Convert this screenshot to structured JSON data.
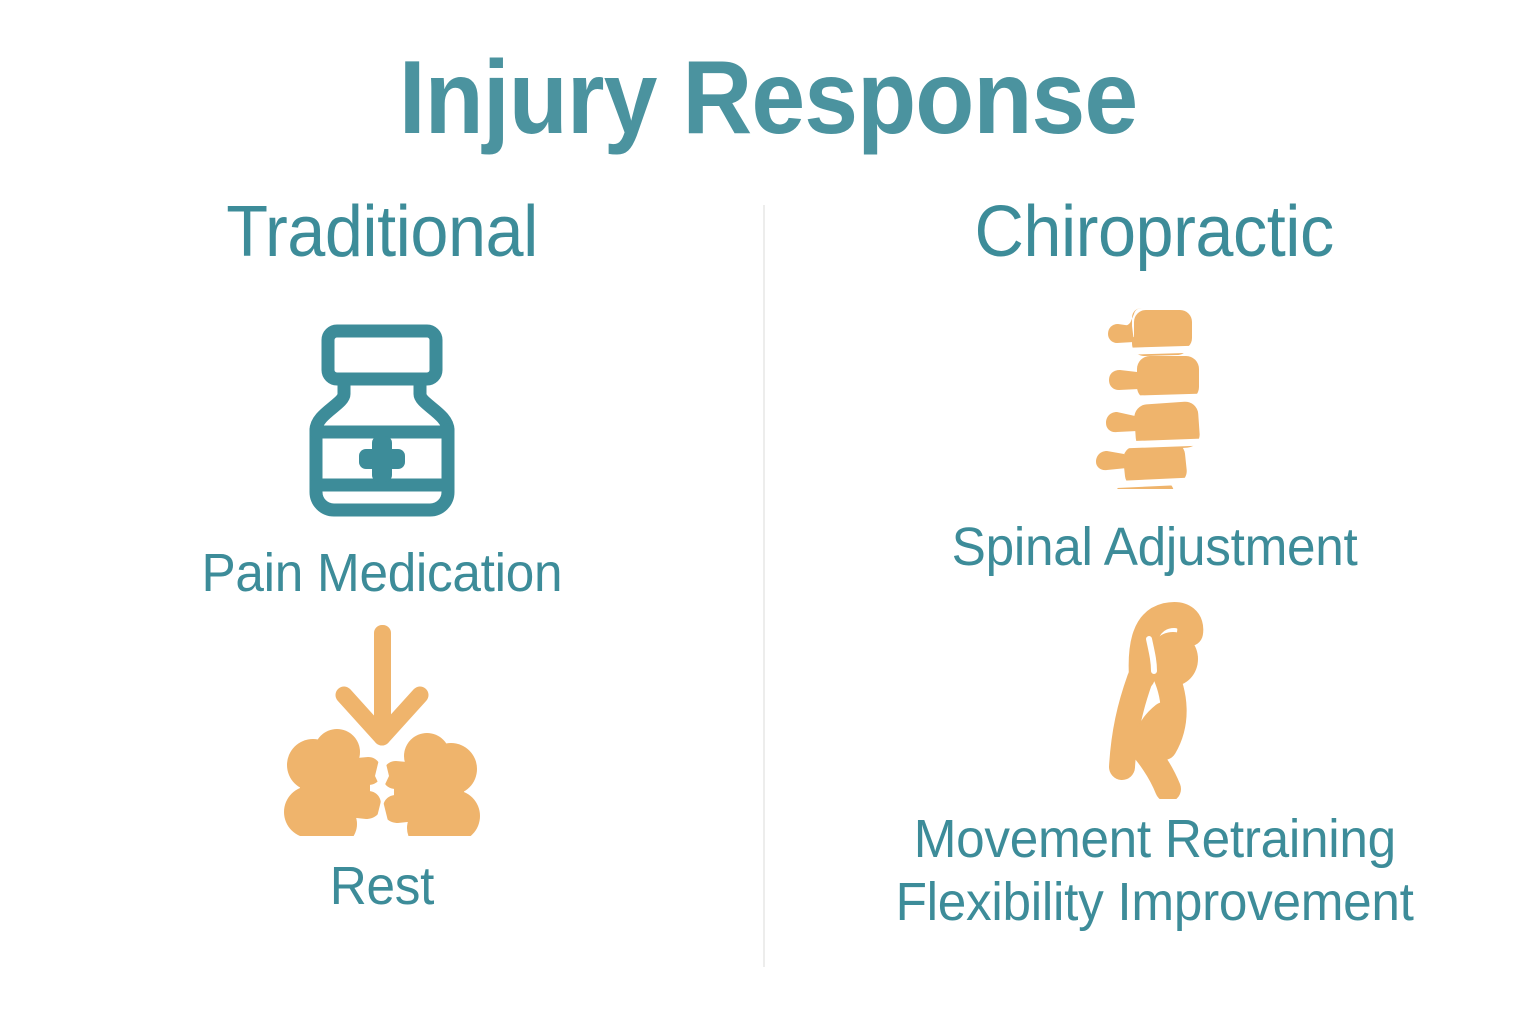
{
  "title": "Injury Response",
  "colors": {
    "teal": "#3d8c99",
    "title_teal": "#4b939f",
    "orange": "#efb46c",
    "divider": "#ededec",
    "background": "#ffffff"
  },
  "columns": [
    {
      "id": "traditional",
      "heading": "Traditional",
      "items": [
        {
          "icon": "pill-bottle-icon",
          "icon_color": "#3d8c99",
          "labels": [
            "Pain Medication"
          ]
        },
        {
          "icon": "down-arrow-broken-bone-icon",
          "icon_color": "#efb46c",
          "labels": [
            "Rest"
          ]
        }
      ]
    },
    {
      "id": "chiropractic",
      "heading": "Chiropractic",
      "items": [
        {
          "icon": "spine-vertebrae-icon",
          "icon_color": "#efb46c",
          "labels": [
            "Spinal Adjustment"
          ]
        },
        {
          "icon": "stretching-person-icon",
          "icon_color": "#efb46c",
          "labels": [
            "Movement Retraining",
            "Flexibility Improvement"
          ]
        }
      ]
    }
  ]
}
